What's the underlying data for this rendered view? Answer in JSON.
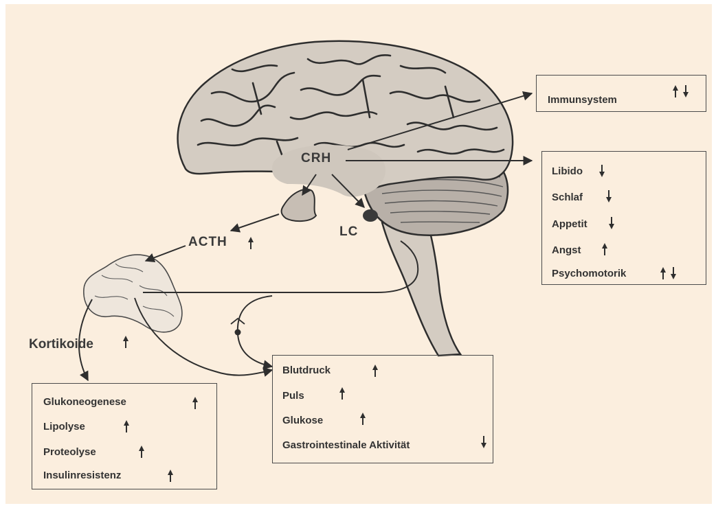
{
  "labels": {
    "crh": "CRH",
    "lc": "LC",
    "acth": "ACTH",
    "kortikoide": "Kortikoide"
  },
  "boxes": {
    "immun": {
      "items": [
        {
          "text": "Immunsystem",
          "trend": "up-down"
        }
      ]
    },
    "brain_effects": {
      "items": [
        {
          "text": "Libido",
          "trend": "down"
        },
        {
          "text": "Schlaf",
          "trend": "down"
        },
        {
          "text": "Appetit",
          "trend": "down"
        },
        {
          "text": "Angst",
          "trend": "up"
        },
        {
          "text": "Psychomotorik",
          "trend": "up-down"
        }
      ]
    },
    "vascular": {
      "items": [
        {
          "text": "Blutdruck",
          "trend": "up"
        },
        {
          "text": "Puls",
          "trend": "up"
        },
        {
          "text": "Glukose",
          "trend": "up"
        },
        {
          "text": "Gastrointestinale Aktivität",
          "trend": "down"
        }
      ]
    },
    "metabolic": {
      "items": [
        {
          "text": "Glukoneogenese",
          "trend": "up"
        },
        {
          "text": "Lipolyse",
          "trend": "up"
        },
        {
          "text": "Proteolyse",
          "trend": "up"
        },
        {
          "text": "Insulinresistenz",
          "trend": "up"
        }
      ]
    }
  },
  "trend_icons": {
    "up": "arrow-up-icon",
    "down": "arrow-down-icon"
  },
  "colors": {
    "background": "#fbeede",
    "brain": "#d4ccc2",
    "ink": "#2e2e2e"
  }
}
